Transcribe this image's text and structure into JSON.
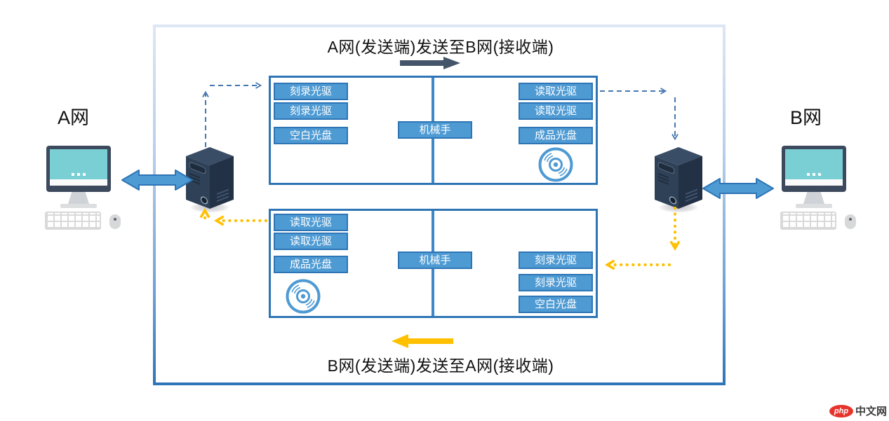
{
  "flow_top": {
    "title": "A网(发送端)发送至B网(接收端)"
  },
  "flow_bottom": {
    "title": "B网(发送端)发送至A网(接收端)"
  },
  "network_a": {
    "label": "A网"
  },
  "network_b": {
    "label": "B网"
  },
  "chamber_top": {
    "left_slots": [
      "刻录光驱",
      "刻录光驱",
      "空白光盘"
    ],
    "center": "机械手",
    "right_slots": [
      "读取光驱",
      "读取光驱",
      "成品光盘"
    ]
  },
  "chamber_bottom": {
    "left_slots": [
      "读取光驱",
      "读取光驱",
      "成品光盘"
    ],
    "center": "机械手",
    "right_slots": [
      "刻录光驱",
      "刻录光驱",
      "空白光盘"
    ]
  },
  "logo": {
    "badge": "php",
    "text": "中文网"
  },
  "colors": {
    "accent_blue": "#4e9ad3",
    "border_blue": "#2e75b6",
    "flow_dark_arrow": "#44546a",
    "flow_yellow": "#ffc000",
    "dashed_blue": "#4577b0",
    "screen_teal": "#79cfd4",
    "server_navy": "#2e4156",
    "logo_red": "#e6342c"
  }
}
